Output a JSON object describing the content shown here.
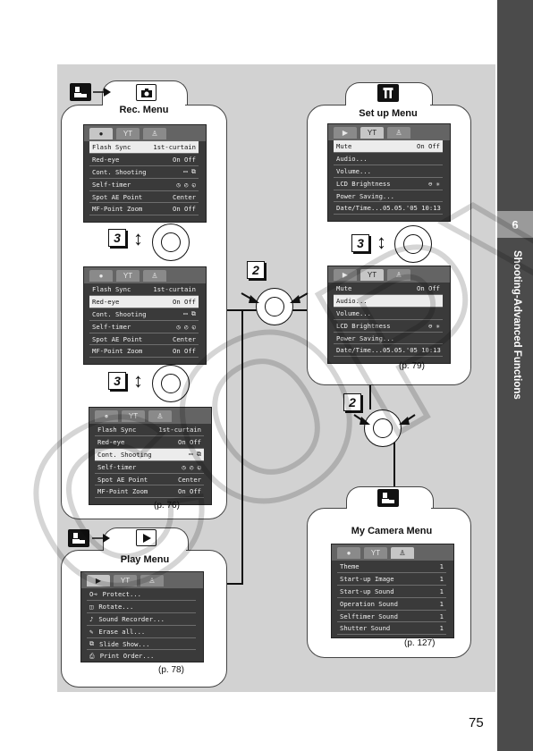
{
  "page": {
    "page_number": "75",
    "chapter_number": "6",
    "chapter_title": "Shooting-Advanced Functions",
    "watermark_text": "COPY"
  },
  "icons": {
    "my_camera": "my-camera-icon",
    "camera": "camera-icon",
    "play": "play-icon",
    "tools": "tools-icon",
    "control_dial": "control-dial-icon"
  },
  "steps": {
    "three": "3",
    "two": "2"
  },
  "rec_menu": {
    "title": "Rec. Menu",
    "page_ref": "(p. 76)",
    "tabs": [
      "●",
      "YT",
      "♙"
    ],
    "screens": [
      {
        "rows": [
          {
            "label": "Flash Sync",
            "value": "1st-curtain"
          },
          {
            "label": "Red-eye",
            "value": "On  Off"
          },
          {
            "label": "Cont. Shooting",
            "value": "▭ ⧉"
          },
          {
            "label": "Self-timer",
            "value": "◷ ◴ ◵"
          },
          {
            "label": "Spot AE Point",
            "value": "Center"
          },
          {
            "label": "MF-Point Zoom",
            "value": "On  Off"
          }
        ]
      },
      {
        "rows": [
          {
            "label": "Flash Sync",
            "value": "1st-curtain"
          },
          {
            "label": "Red-eye",
            "value": "On  Off"
          },
          {
            "label": "Cont. Shooting",
            "value": "▭ ⧉"
          },
          {
            "label": "Self-timer",
            "value": "◷ ◴ ◵"
          },
          {
            "label": "Spot AE Point",
            "value": "Center"
          },
          {
            "label": "MF-Point Zoom",
            "value": "On  Off"
          }
        ]
      },
      {
        "rows": [
          {
            "label": "Flash Sync",
            "value": "1st-curtain"
          },
          {
            "label": "Red-eye",
            "value": "On  Off"
          },
          {
            "label": "Cont. Shooting",
            "value": "▭ ⧉"
          },
          {
            "label": "Self-timer",
            "value": "◷ ◴ ◵"
          },
          {
            "label": "Spot AE Point",
            "value": "Center"
          },
          {
            "label": "MF-Point Zoom",
            "value": "On  Off"
          }
        ]
      }
    ]
  },
  "setup_menu": {
    "title": "Set up Menu",
    "page_ref": "(p. 79)",
    "tabs": [
      "▶",
      "YT",
      "♙"
    ],
    "screens": [
      {
        "rows": [
          {
            "label": "Mute",
            "value": "On  Off"
          },
          {
            "label": "Audio...",
            "value": ""
          },
          {
            "label": "Volume...",
            "value": ""
          },
          {
            "label": "LCD Brightness",
            "value": "⊖  ✳"
          },
          {
            "label": "Power Saving...",
            "value": ""
          },
          {
            "label": "Date/Time...",
            "value": "05.05.'05 10:13"
          }
        ]
      },
      {
        "rows": [
          {
            "label": "Mute",
            "value": "On  Off"
          },
          {
            "label": "Audio...",
            "value": ""
          },
          {
            "label": "Volume...",
            "value": ""
          },
          {
            "label": "LCD Brightness",
            "value": "⊖  ✳"
          },
          {
            "label": "Power Saving...",
            "value": ""
          },
          {
            "label": "Date/Time...",
            "value": "05.05.'05 10:13"
          }
        ]
      }
    ]
  },
  "play_menu": {
    "title": "Play Menu",
    "page_ref": "(p. 78)",
    "tabs": [
      "▶",
      "YT",
      "♙"
    ],
    "rows": [
      {
        "icon": "O⊸",
        "label": "Protect..."
      },
      {
        "icon": "◫",
        "label": "Rotate..."
      },
      {
        "icon": "♪",
        "label": "Sound Recorder..."
      },
      {
        "icon": "✎",
        "label": "Erase all..."
      },
      {
        "icon": "⧉",
        "label": "Slide Show..."
      },
      {
        "icon": "⎙",
        "label": "Print Order..."
      }
    ]
  },
  "my_camera_menu": {
    "title": "My Camera Menu",
    "page_ref": "(p. 127)",
    "tabs": [
      "●",
      "YT",
      "♙"
    ],
    "rows": [
      {
        "label": "Theme",
        "value": "1"
      },
      {
        "label": "Start-up Image",
        "value": "1"
      },
      {
        "label": "Start-up Sound",
        "value": "1"
      },
      {
        "label": "Operation Sound",
        "value": "1"
      },
      {
        "label": "Selftimer Sound",
        "value": "1"
      },
      {
        "label": "Shutter Sound",
        "value": "1"
      }
    ]
  }
}
